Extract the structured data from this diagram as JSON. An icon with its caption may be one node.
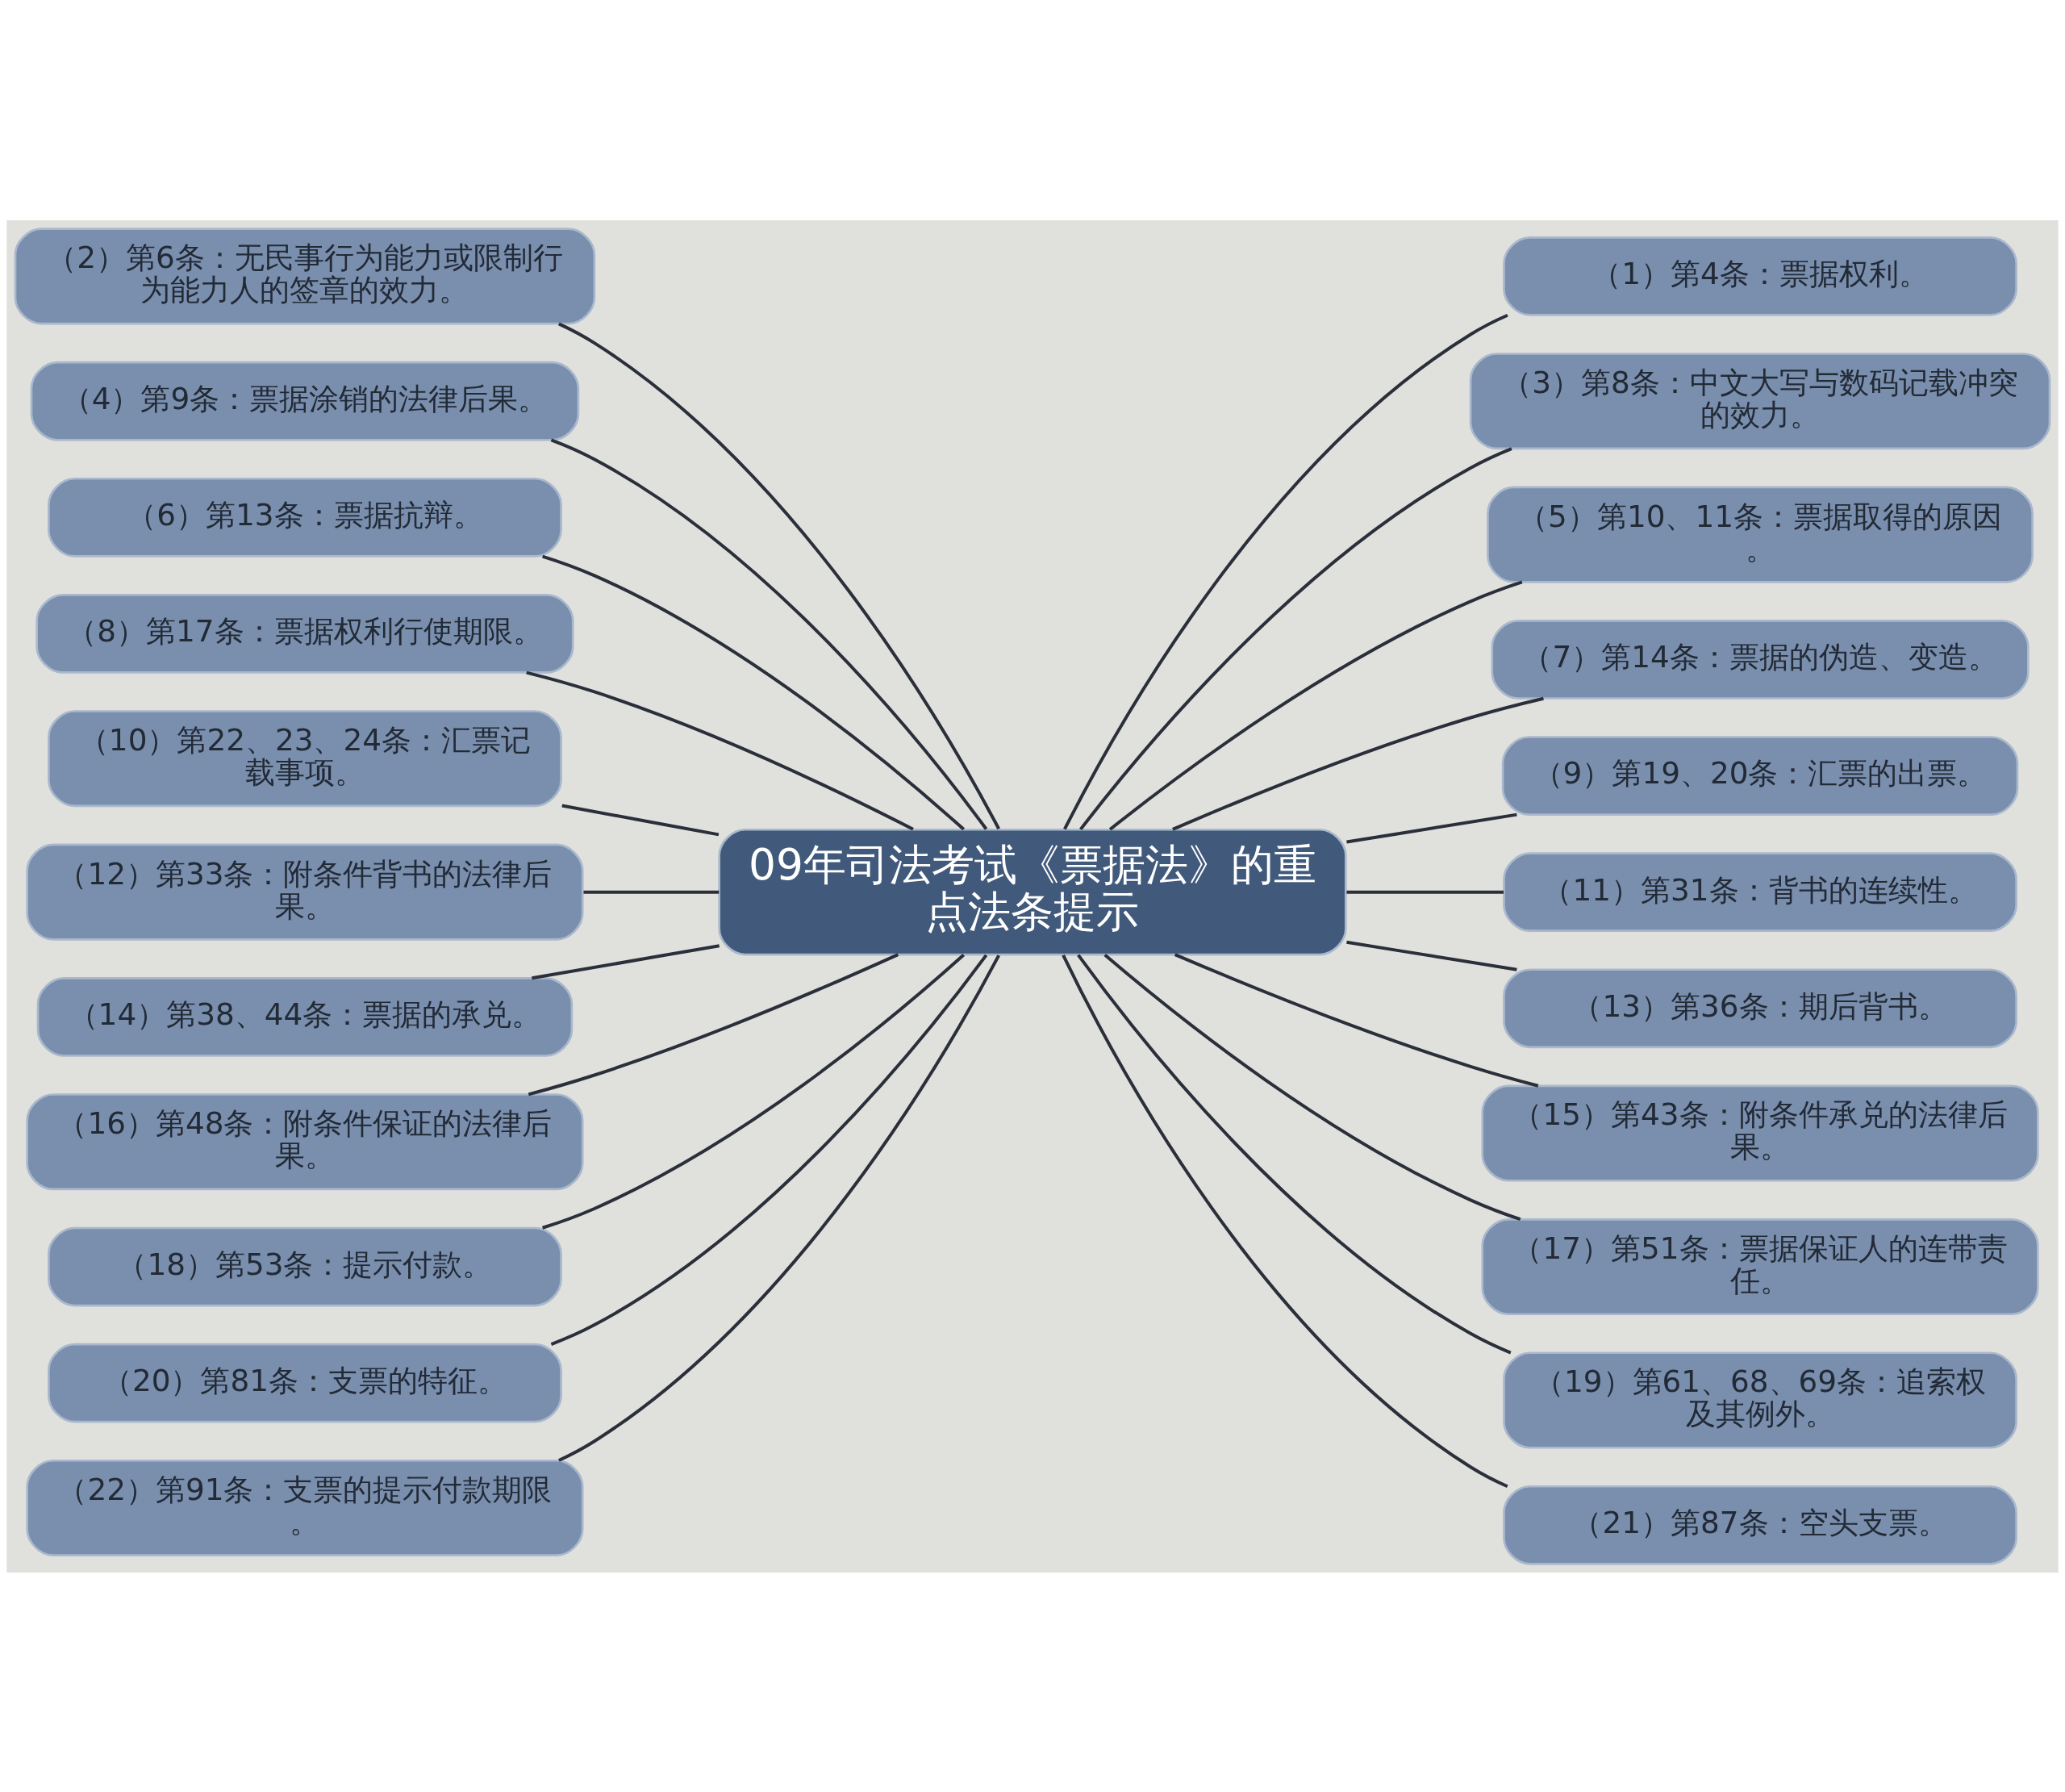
{
  "diagram": {
    "nodes": [
      {
        "text": [
          "09年司法考试《票据法》的重点法条提示"
        ]
      },
      {
        "text": [
          "（2）第6条：无民事行为能力或限制行为能力人的签章的效力。"
        ]
      },
      {
        "text": [
          "（4）第9条：票据涂销的法律后果。"
        ]
      },
      {
        "text": [
          "（6）第13条：票据抗辩。"
        ]
      },
      {
        "text": [
          "（8）第17条：票据权利行使期限。"
        ]
      },
      {
        "text": [
          "（10）第22、23、24条：汇票记载事项。"
        ]
      },
      {
        "text": [
          "（12）第33条：附条件背书的法律后果。"
        ]
      },
      {
        "text": [
          "（14）第38、44条：票据的承兑。"
        ]
      },
      {
        "text": [
          "（16）第48条：附条件保证的法律后果。"
        ]
      },
      {
        "text": [
          "（18）第53条：提示付款。"
        ]
      },
      {
        "text": [
          "（20）第81条：支票的特征。"
        ]
      },
      {
        "text": [
          "（22）第91条：支票的提示付款期限。"
        ]
      },
      {
        "text": [
          "（1）第4条：票据权利。"
        ]
      },
      {
        "text": [
          "（3）第8条：中文大写与数码记载冲突的效力。"
        ]
      },
      {
        "text": [
          "（5）第10、11条：票据取得的原因。"
        ]
      },
      {
        "text": [
          "（7）第14条：票据的伪造、变造。"
        ]
      },
      {
        "text": [
          "（9）第19、20条：汇票的出票。"
        ]
      },
      {
        "text": [
          "（11）第31条：背书的连续性。"
        ]
      },
      {
        "text": [
          "（13）第36条：期后背书。"
        ]
      },
      {
        "text": [
          "（15）第43条：附条件承兑的法律后果。"
        ]
      },
      {
        "text": [
          "（17）第51条：票据保证人的连带责任。"
        ]
      },
      {
        "text": [
          "（19）第61、68、69条：追索权及其例外。"
        ]
      },
      {
        "text": [
          "（21）第87条：空头支票。"
        ]
      }
    ],
    "edges": [
      {
        "from": 1,
        "to": 0,
        "arrow": "none"
      },
      {
        "from": 2,
        "to": 0,
        "arrow": "none"
      },
      {
        "from": 3,
        "to": 0,
        "arrow": "none"
      },
      {
        "from": 4,
        "to": 0,
        "arrow": "none"
      },
      {
        "from": 5,
        "to": 0,
        "arrow": "none"
      },
      {
        "from": 6,
        "to": 0,
        "arrow": "none"
      },
      {
        "from": 7,
        "to": 0,
        "arrow": "none"
      },
      {
        "from": 8,
        "to": 0,
        "arrow": "none"
      },
      {
        "from": 9,
        "to": 0,
        "arrow": "none"
      },
      {
        "from": 10,
        "to": 0,
        "arrow": "none"
      },
      {
        "from": 11,
        "to": 0,
        "arrow": "none"
      },
      {
        "from": 0,
        "to": 12,
        "arrow": "none"
      },
      {
        "from": 0,
        "to": 13,
        "arrow": "none"
      },
      {
        "from": 0,
        "to": 14,
        "arrow": "none"
      },
      {
        "from": 0,
        "to": 15,
        "arrow": "none"
      },
      {
        "from": 0,
        "to": 16,
        "arrow": "none"
      },
      {
        "from": 0,
        "to": 17,
        "arrow": "none"
      },
      {
        "from": 0,
        "to": 18,
        "arrow": "none"
      },
      {
        "from": 0,
        "to": 19,
        "arrow": "none"
      },
      {
        "from": 0,
        "to": 20,
        "arrow": "none"
      },
      {
        "from": 0,
        "to": 21,
        "arrow": "none"
      },
      {
        "from": 0,
        "to": 22,
        "arrow": "none"
      }
    ]
  }
}
